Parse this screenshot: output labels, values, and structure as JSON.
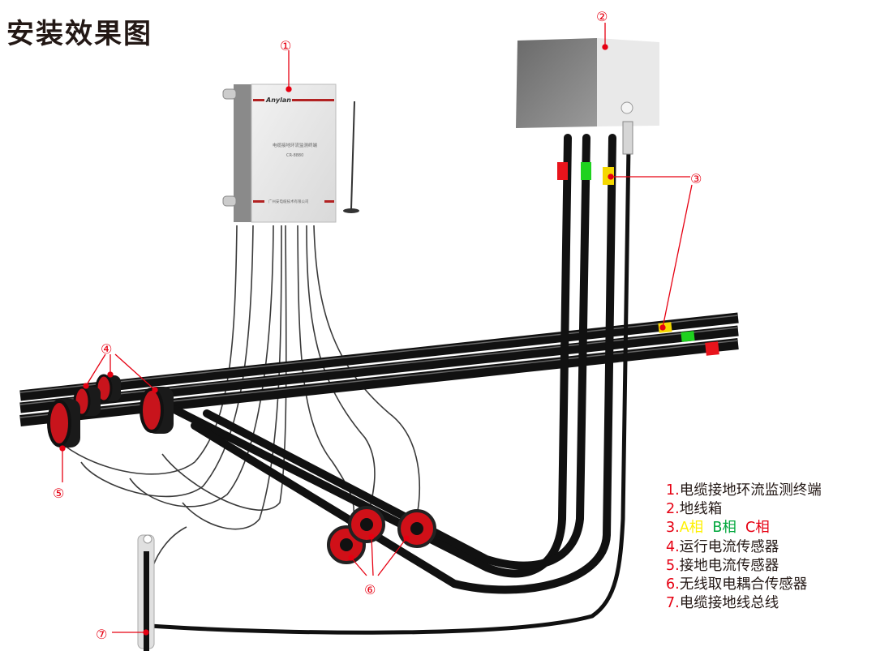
{
  "title": "安装效果图",
  "device": {
    "brand": "Anylan",
    "name": "电缆接地环流监测终端",
    "model": "CR-8880",
    "manufacturer": "广州安电缆技术有限公司"
  },
  "callouts": [
    "①",
    "②",
    "③",
    "④",
    "⑤",
    "⑥",
    "⑦"
  ],
  "phase_colors": {
    "A": "#f5d800",
    "B": "#1fd21f",
    "C": "#e8141c"
  },
  "accent_color": "#e60012",
  "legend": {
    "items": [
      {
        "num": "1.",
        "text": "电缆接地环流监测终端"
      },
      {
        "num": "2.",
        "text": "地线箱"
      },
      {
        "num": "3.",
        "phases": [
          "A相",
          "B相",
          "C相"
        ]
      },
      {
        "num": "4.",
        "text": "运行电流传感器"
      },
      {
        "num": "5.",
        "text": "接地电流传感器"
      },
      {
        "num": "6.",
        "text": "无线取电耦合传感器"
      },
      {
        "num": "7.",
        "text": "电缆接地线总线"
      }
    ]
  }
}
